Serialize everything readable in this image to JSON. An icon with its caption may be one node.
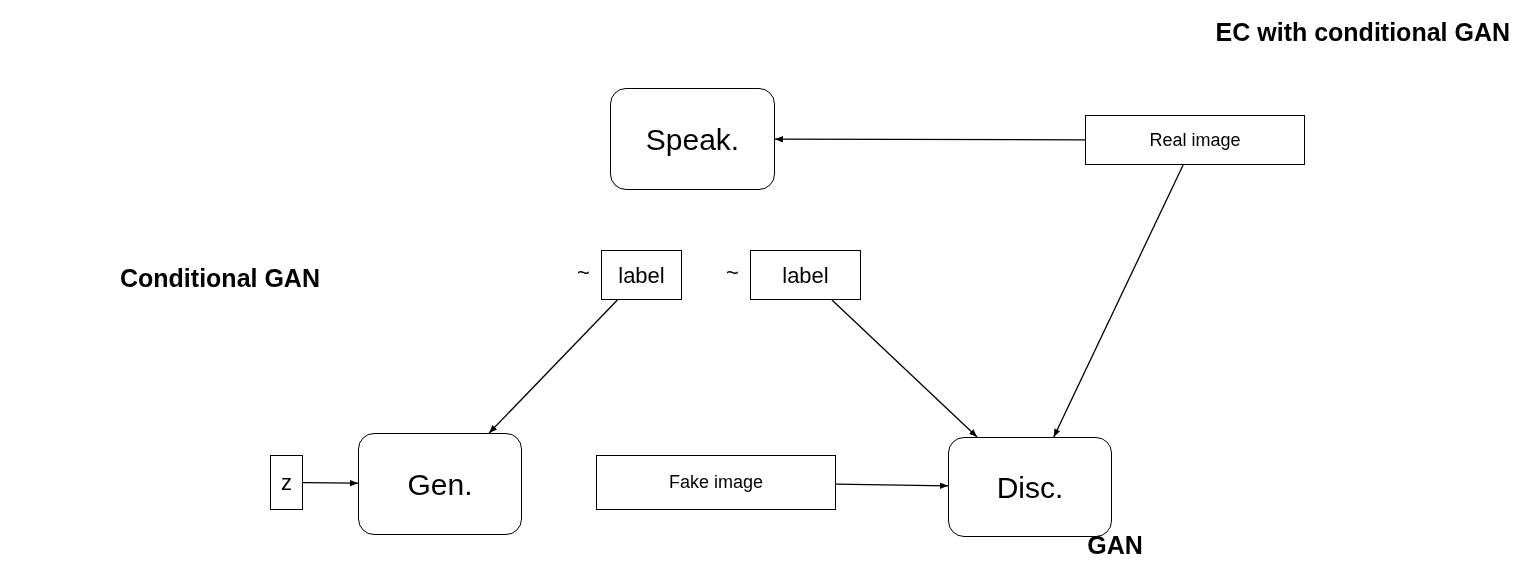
{
  "diagram": {
    "nodes": [
      {
        "text": [
          "Speak."
        ]
      },
      {
        "text": [
          "Real image"
        ]
      },
      {
        "text": [
          "label"
        ],
        "beside": [
          "~"
        ]
      },
      {
        "text": [
          "label"
        ],
        "beside": [
          "~"
        ]
      },
      {
        "text": [
          "z"
        ]
      },
      {
        "text": [
          "Gen."
        ]
      },
      {
        "text": [
          "Fake image"
        ]
      },
      {
        "text": [
          "Disc."
        ]
      }
    ],
    "edges": [
      {
        "from": 1,
        "to": 0,
        "arrow": "to"
      },
      {
        "from": 1,
        "to": 7,
        "arrow": "to"
      },
      {
        "from": 2,
        "to": 5,
        "arrow": "to"
      },
      {
        "from": 3,
        "to": 7,
        "arrow": "to"
      },
      {
        "from": 4,
        "to": 5,
        "arrow": "to"
      },
      {
        "from": 6,
        "to": 7,
        "arrow": "to"
      }
    ],
    "labels": [
      "EC with conditional GAN",
      "Conditional GAN",
      "GAN"
    ]
  }
}
